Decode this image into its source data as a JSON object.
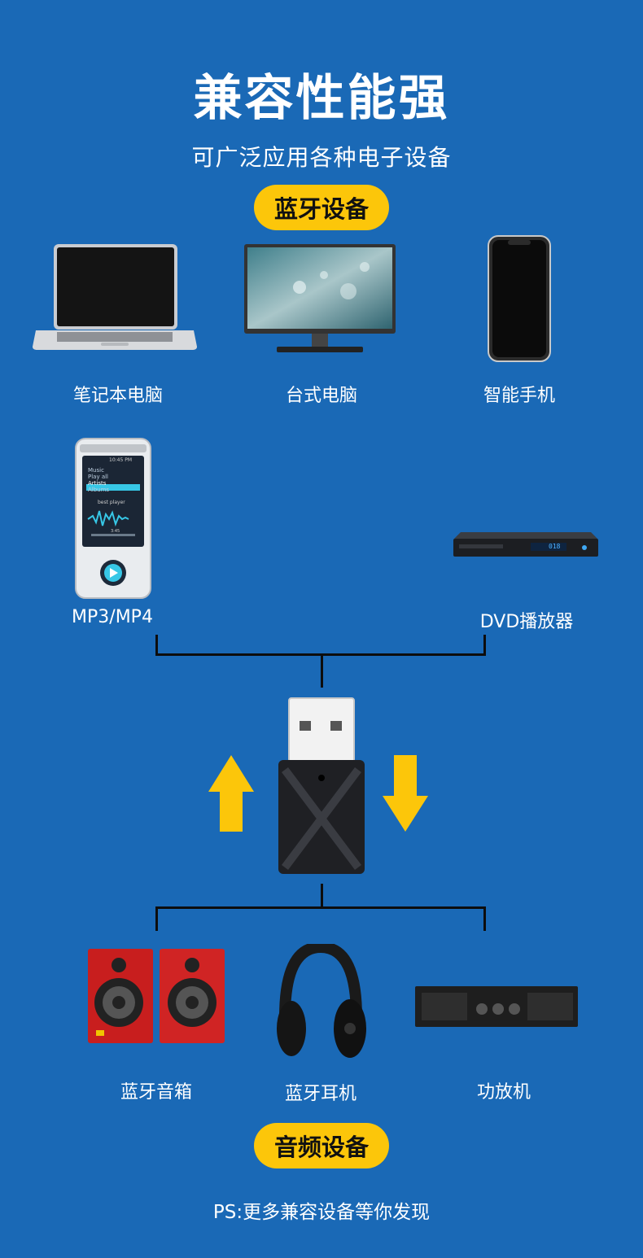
{
  "title": "兼容性能强",
  "subtitle": "可广泛应用各种电子设备",
  "bluetooth_badge": "蓝牙设备",
  "audio_badge": "音频设备",
  "devices_top": [
    "笔记本电脑",
    "台式电脑",
    "智能手机"
  ],
  "devices_middle": [
    "MP3/MP4",
    "DVD播放器"
  ],
  "devices_bottom": [
    "蓝牙音箱",
    "蓝牙耳机",
    "功放机"
  ],
  "footer": "PS:更多兼容设备等你发现",
  "mp3_screen": {
    "status": "10:45 PM",
    "menu": [
      "Music",
      "Play all",
      "Artists",
      "Albums"
    ],
    "caption": "best player",
    "time": "3:45"
  },
  "dvd_display": "018",
  "colors": {
    "background": "#1a69b6",
    "badge": "#fcc60a",
    "arrow": "#fcc60a",
    "speaker": "#c81e1e"
  }
}
